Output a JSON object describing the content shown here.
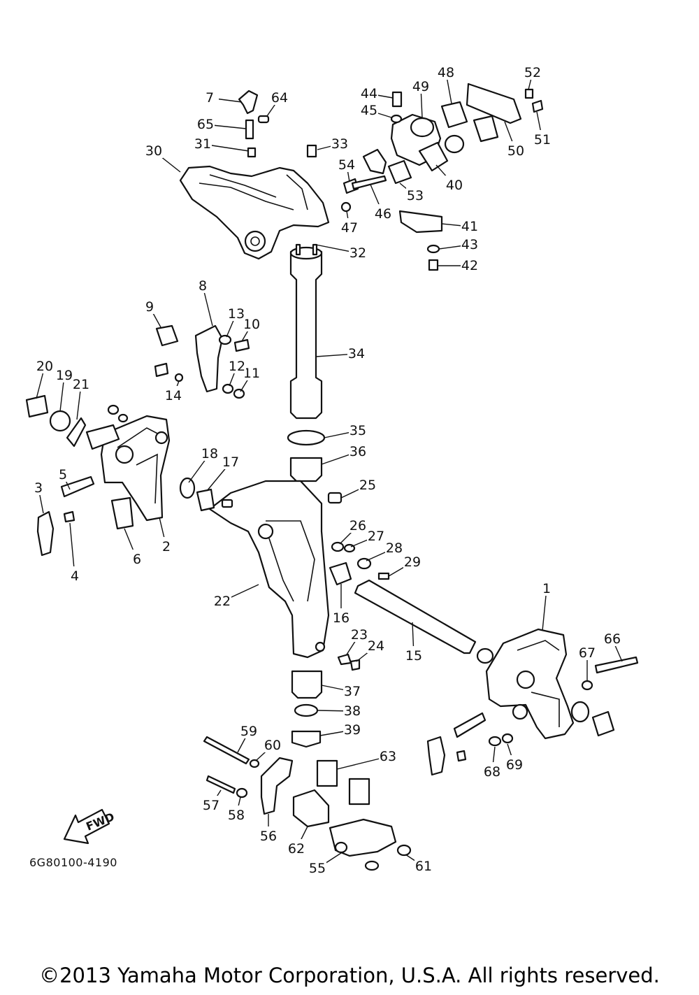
{
  "diagram": {
    "drawing_code": "6G80100-4190",
    "fwd_label": "FWD",
    "copyright": "©2013 Yamaha Motor Corporation, U.S.A. All rights reserved.",
    "callouts": [
      "1",
      "2",
      "3",
      "4",
      "5",
      "6",
      "7",
      "8",
      "9",
      "10",
      "11",
      "12",
      "13",
      "14",
      "15",
      "16",
      "17",
      "18",
      "19",
      "20",
      "21",
      "22",
      "23",
      "24",
      "25",
      "26",
      "27",
      "28",
      "29",
      "30",
      "31",
      "32",
      "33",
      "34",
      "35",
      "36",
      "37",
      "38",
      "39",
      "40",
      "41",
      "42",
      "43",
      "44",
      "45",
      "46",
      "47",
      "48",
      "49",
      "50",
      "51",
      "52",
      "53",
      "54",
      "55",
      "56",
      "57",
      "58",
      "59",
      "60",
      "61",
      "62",
      "63",
      "64",
      "65",
      "66",
      "67",
      "68",
      "69"
    ]
  }
}
